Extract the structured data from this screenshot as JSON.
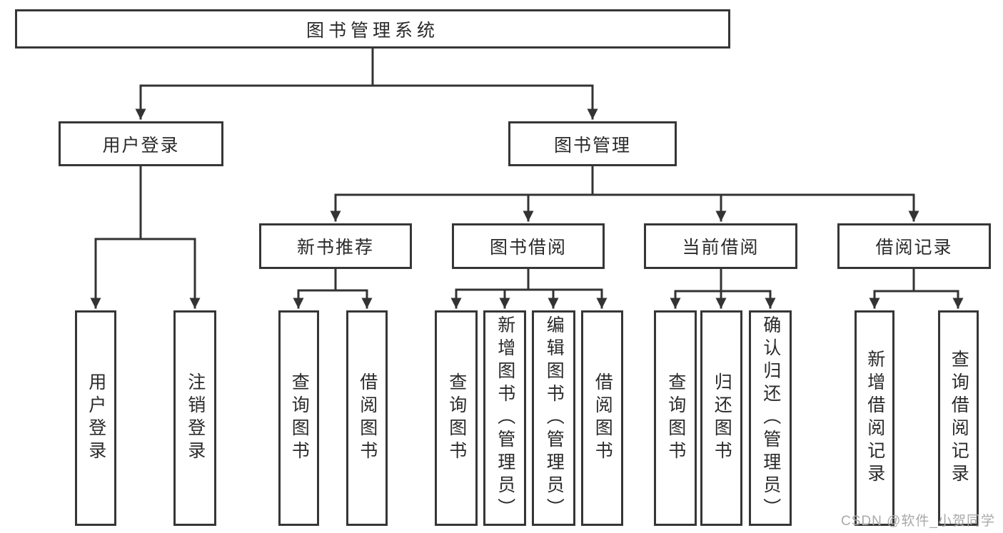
{
  "root": {
    "label": "图书管理系统"
  },
  "branches": [
    {
      "label": "用户登录",
      "children": [
        {
          "label": "用户登录"
        },
        {
          "label": "注销登录"
        }
      ]
    },
    {
      "label": "图书管理",
      "children": [
        {
          "label": "新书推荐",
          "children": [
            {
              "label": "查询图书"
            },
            {
              "label": "借阅图书"
            }
          ]
        },
        {
          "label": "图书借阅",
          "children": [
            {
              "label": "查询图书"
            },
            {
              "label": "新增图书（管理员）"
            },
            {
              "label": "编辑图书（管理员）"
            },
            {
              "label": "借阅图书"
            }
          ]
        },
        {
          "label": "当前借阅",
          "children": [
            {
              "label": "查询图书"
            },
            {
              "label": "归还图书"
            },
            {
              "label": "确认归还（管理员）"
            }
          ]
        },
        {
          "label": "借阅记录",
          "children": [
            {
              "label": "新增借阅记录"
            },
            {
              "label": "查询借阅记录"
            }
          ]
        }
      ]
    }
  ],
  "watermark": "CSDN @软件_小贺同学",
  "colors": {
    "line": "#333333",
    "box_border": "#363636",
    "text": "#2a2a2a",
    "watermark": "#a9a9a9",
    "background": "#ffffff"
  }
}
